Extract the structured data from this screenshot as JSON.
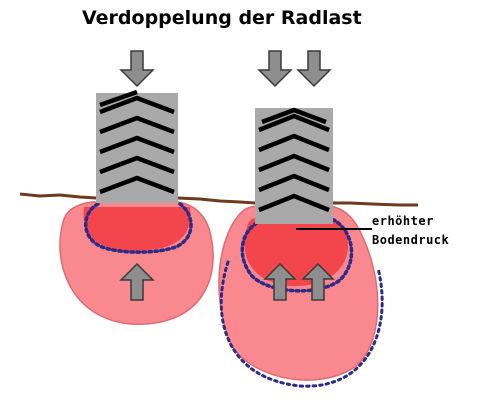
{
  "diagram": {
    "title": "Verdoppelung der Radlast",
    "annotation": {
      "line1": "erhöhter",
      "line2": "Bodendruck"
    },
    "colors": {
      "soil_bulb_fill": "#f9888f",
      "soil_bulb_edge": "#e06a72",
      "compaction_zone_fill": "#f2464c",
      "compaction_zone_outline": "#2c2c88",
      "tire_fill": "#a9a9a9",
      "tire_tread": "#000000",
      "ground_line": "#6b3a1f",
      "arrow_fill": "#8e8e8e",
      "arrow_outline": "#3a3a3a",
      "annotation_line": "#000000"
    },
    "icons": {
      "load_arrow": "down-arrow-icon",
      "reaction_arrow": "up-arrow-icon"
    }
  }
}
